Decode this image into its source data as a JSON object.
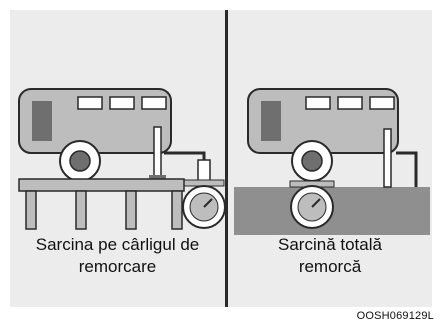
{
  "panels": [
    {
      "caption_line1": "Sarcina pe cârligul de",
      "caption_line2": "remorcare"
    },
    {
      "caption_line1": "Sarcină totală",
      "caption_line2": "remorcă"
    }
  ],
  "figure_code": "OOSH069129L",
  "colors": {
    "background": "#ececec",
    "trailer_fill": "#bdbdbd",
    "trailer_dark": "#6f6f6f",
    "outline": "#2a2a2a",
    "ground": "#8f8f8f"
  }
}
